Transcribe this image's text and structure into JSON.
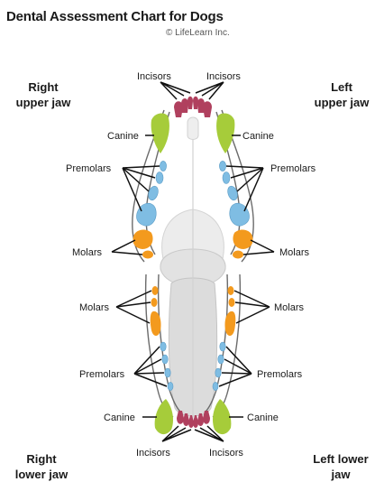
{
  "header": {
    "title": "Dental Assessment Chart for Dogs",
    "copyright": "© LifeLearn Inc."
  },
  "quadrants": {
    "right_upper": [
      "Right",
      "upper jaw"
    ],
    "left_upper": [
      "Left",
      "upper jaw"
    ],
    "right_lower": [
      "Right",
      "lower jaw"
    ],
    "left_lower": [
      "Left lower",
      "jaw"
    ]
  },
  "labels": {
    "incisors": "Incisors",
    "canine": "Canine",
    "premolars": "Premolars",
    "molars": "Molars"
  },
  "colors": {
    "incisors": "#b0405e",
    "canine": "#a6cc3a",
    "premolars": "#7fbde3",
    "molars": "#f39a1e",
    "jaw_outline": "#6b6b6b",
    "palate": "#e6e6e6"
  }
}
